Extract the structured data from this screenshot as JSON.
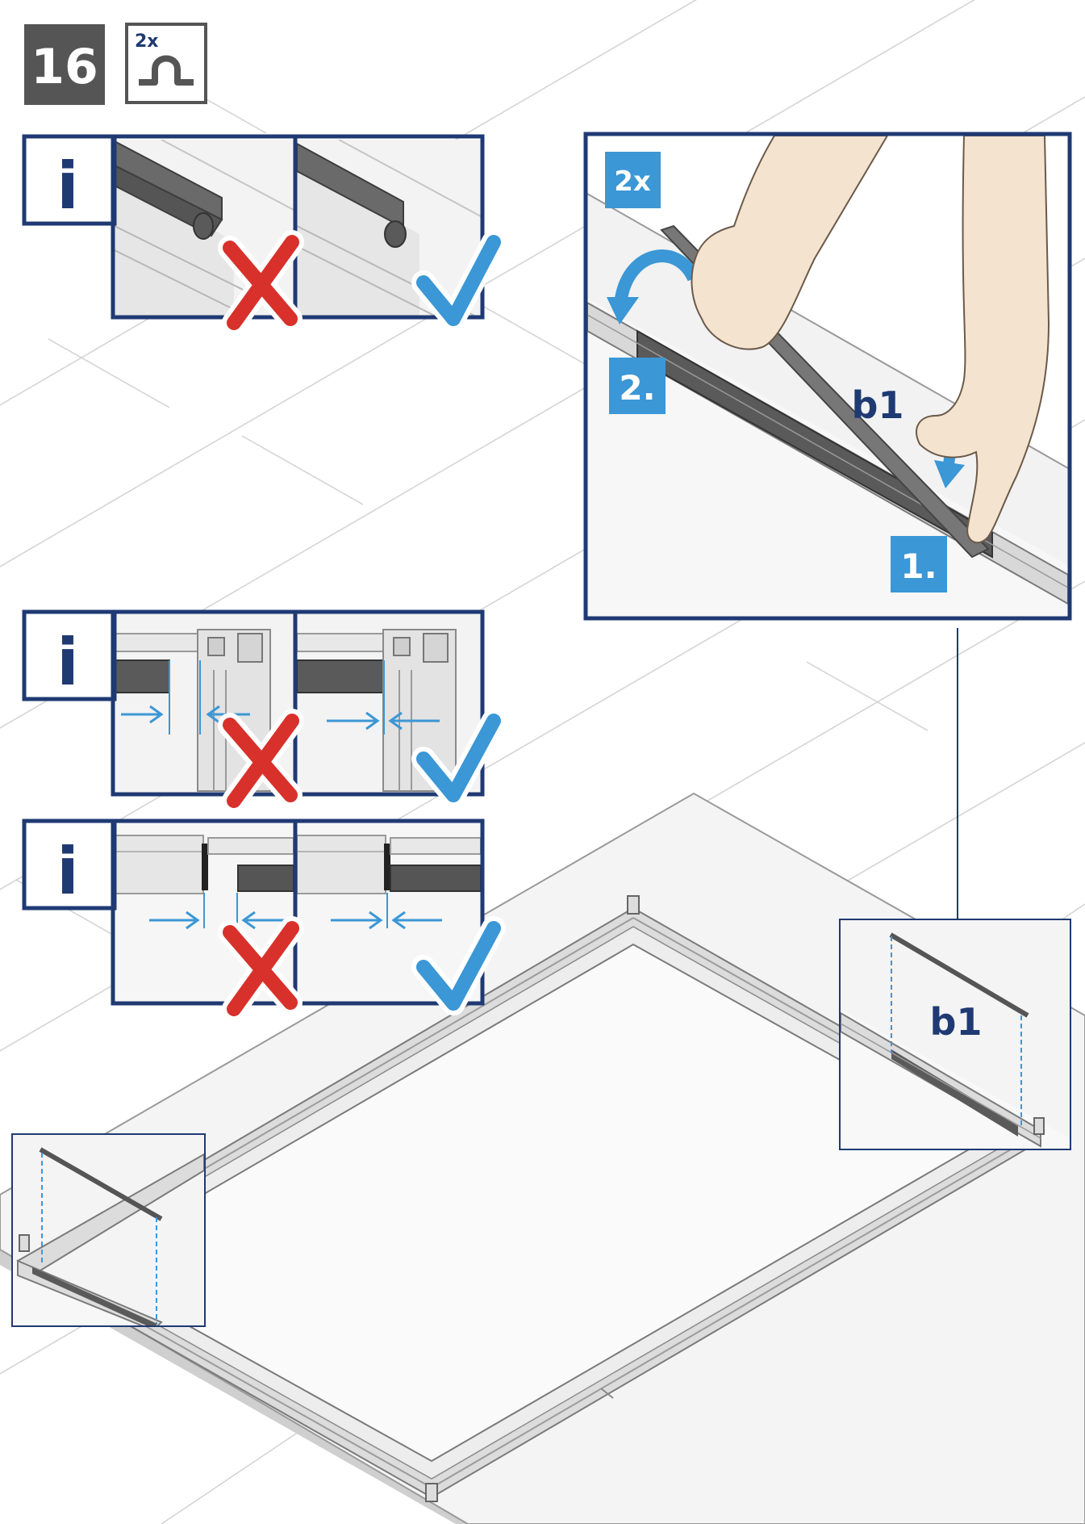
{
  "step": {
    "number": "16",
    "quantity": "2x",
    "part_icon": "seal-profile-icon"
  },
  "info_symbol": "i",
  "hints": [
    {
      "topic": "seal-seating",
      "wrong_icon": "red-cross-icon",
      "right_icon": "blue-check-icon"
    },
    {
      "topic": "seal-end-gap-at-corner",
      "wrong_icon": "red-cross-icon",
      "right_icon": "blue-check-icon"
    },
    {
      "topic": "seal-end-gap-at-joint",
      "wrong_icon": "red-cross-icon",
      "right_icon": "blue-check-icon"
    }
  ],
  "detail": {
    "quantity": "2x",
    "part_label": "b1",
    "steps": [
      "1.",
      "2."
    ]
  },
  "callouts": [
    {
      "part_label": "b1"
    },
    {
      "part_label": ""
    }
  ],
  "colors": {
    "step_box": "#555555",
    "frame_navy": "#1f3a73",
    "accent_blue": "#3b97d6",
    "wrong_red": "#d8312b",
    "seal_dark": "#4a4a4a",
    "skin": "#f3e3cf"
  }
}
